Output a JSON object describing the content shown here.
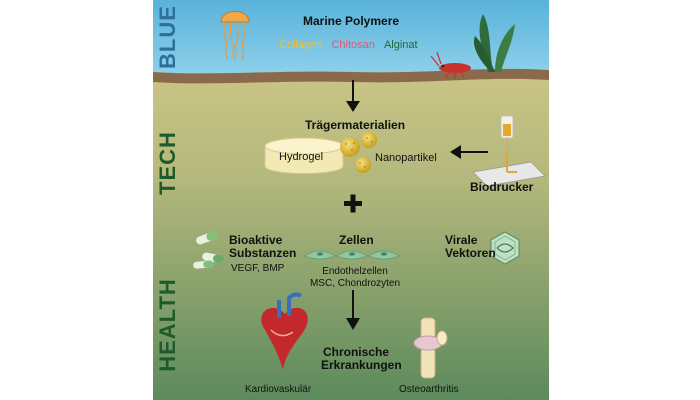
{
  "bands": {
    "blue": "BLUE",
    "tech": "TECH",
    "health": "HEALTH"
  },
  "top": {
    "title": "Marine Polymere",
    "polymers": [
      {
        "label": "Collagen",
        "color": "#f0c030"
      },
      {
        "label": "Chitosan",
        "color": "#e05a7a"
      },
      {
        "label": "Alginat",
        "color": "#1e6b3a"
      }
    ]
  },
  "tech": {
    "title": "Trägermaterialien",
    "hydrogel": "Hydrogel",
    "nanoparticle": "Nanopartikel",
    "printer": "Biodrucker"
  },
  "middle": {
    "bioactive_title": "Bioaktive\nSubstanzen",
    "bioactive_sub": "VEGF, BMP",
    "cells_title": "Zellen",
    "cells_sub": "Endothelzellen\nMSC, Chondrozyten",
    "viral_title": "Virale\nVektoren"
  },
  "bottom": {
    "disease_title": "Chronische\nErkrankungen",
    "cardio": "Kardiovaskulär",
    "osteo": "Osteoarthritis"
  },
  "colors": {
    "sky": "#62b8dc",
    "sand": "#cfc58a",
    "green_dark": "#5e8a5e",
    "band_blue": "#2e6f9a",
    "band_green": "#1e5a2a"
  }
}
